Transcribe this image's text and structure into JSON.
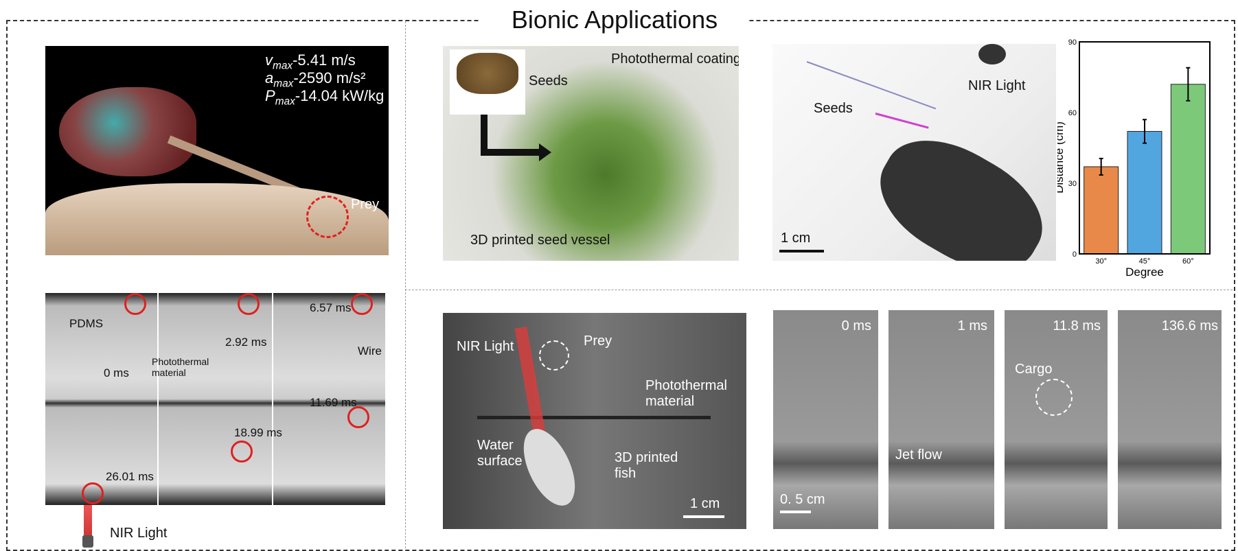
{
  "title": "Bionic Applications",
  "chameleon": {
    "v_label": "v",
    "v_sub": "max",
    "v_value": "-5.41 m/s",
    "a_label": "a",
    "a_sub": "max",
    "a_value": "-2590 m/s²",
    "p_label": "P",
    "p_sub": "max",
    "p_value": "-14.04 kW/kg",
    "prey": "Prey"
  },
  "sequence": {
    "pdms": "PDMS",
    "t0": "0 ms",
    "t1": "2.92 ms",
    "t2": "6.57 ms",
    "t3": "26.01 ms",
    "t4": "18.99 ms",
    "t5": "11.69 ms",
    "photothermal": "Photothermal material",
    "wire": "Wire",
    "nir": "NIR Light"
  },
  "seeds_photo": {
    "seeds": "Seeds",
    "coating": "Photothermal coating",
    "vessel": "3D printed seed vessel"
  },
  "seeds_launch": {
    "seeds": "Seeds",
    "nir": "NIR Light",
    "scale": "1 cm"
  },
  "fish_photo": {
    "nir": "NIR Light",
    "prey": "Prey",
    "photothermal": "Photothermal material",
    "water": "Water surface",
    "fish": "3D printed fish",
    "scale": "1 cm"
  },
  "frames": {
    "t0": "0 ms",
    "t1": "1 ms",
    "t2": "11.8 ms",
    "t3": "136.6 ms",
    "cargo": "Cargo",
    "jet": "Jet flow",
    "scale": "0. 5 cm"
  },
  "chart_data": {
    "type": "bar",
    "categories": [
      "30°",
      "45°",
      "60°"
    ],
    "values": [
      37,
      52,
      72
    ],
    "errors_low": [
      33.5,
      47,
      65
    ],
    "errors_high": [
      40.5,
      57,
      79
    ],
    "colors": [
      "#e8894a",
      "#52a6e0",
      "#7cc97a"
    ],
    "xlabel": "Degree",
    "ylabel": "Distance (cm)",
    "ylim": [
      0,
      90
    ],
    "yticks": [
      "0",
      "30",
      "60",
      "90"
    ]
  }
}
